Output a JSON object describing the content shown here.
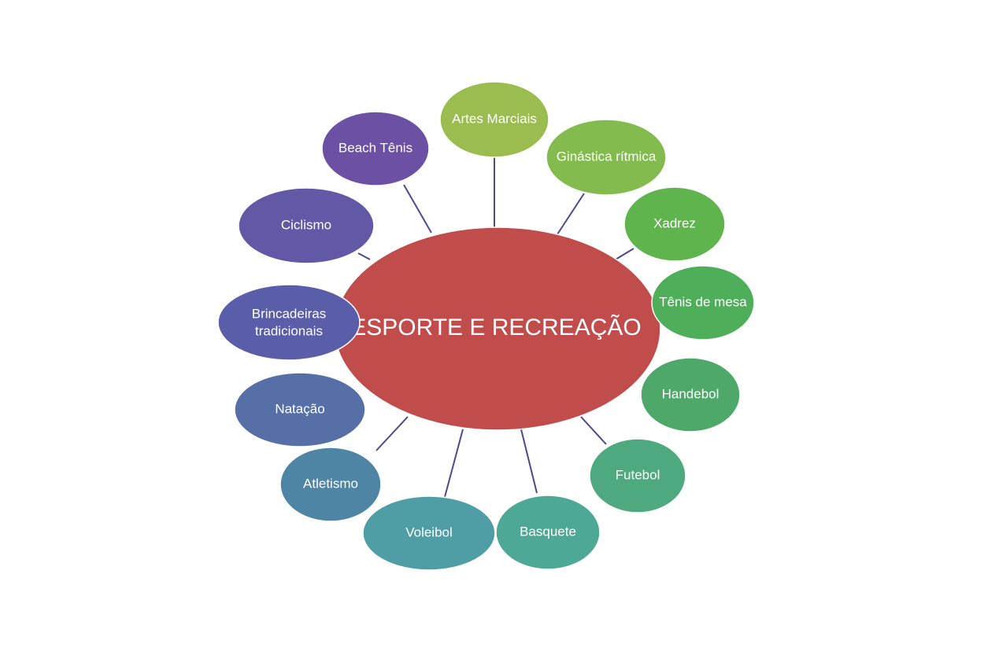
{
  "diagram": {
    "type": "mind-map",
    "center": {
      "label": "ESPORTE E RECREAÇÃO",
      "color": "#c04c4c"
    },
    "nodes": [
      {
        "label": "Artes Marciais",
        "color": "#9bbd4f"
      },
      {
        "label": "Ginástica rítmica",
        "color": "#83bb4e"
      },
      {
        "label": "Xadrez",
        "color": "#5fb44e"
      },
      {
        "label": "Tênis de mesa",
        "color": "#4fae5a"
      },
      {
        "label": "Handebol",
        "color": "#4ea86a"
      },
      {
        "label": "Futebol",
        "color": "#4ea97f"
      },
      {
        "label": "Basquete",
        "color": "#4ea896"
      },
      {
        "label": "Voleibol",
        "color": "#4f9ea6"
      },
      {
        "label": "Atletismo",
        "color": "#4f85a4"
      },
      {
        "label": "Natação",
        "color": "#566fa6"
      },
      {
        "label": "Brincadeiras",
        "label2": "tradicionais",
        "color": "#5a5ea8"
      },
      {
        "label": "Ciclismo",
        "color": "#6259a6"
      },
      {
        "label": "Beach Tênis",
        "color": "#6c50a3"
      }
    ]
  }
}
